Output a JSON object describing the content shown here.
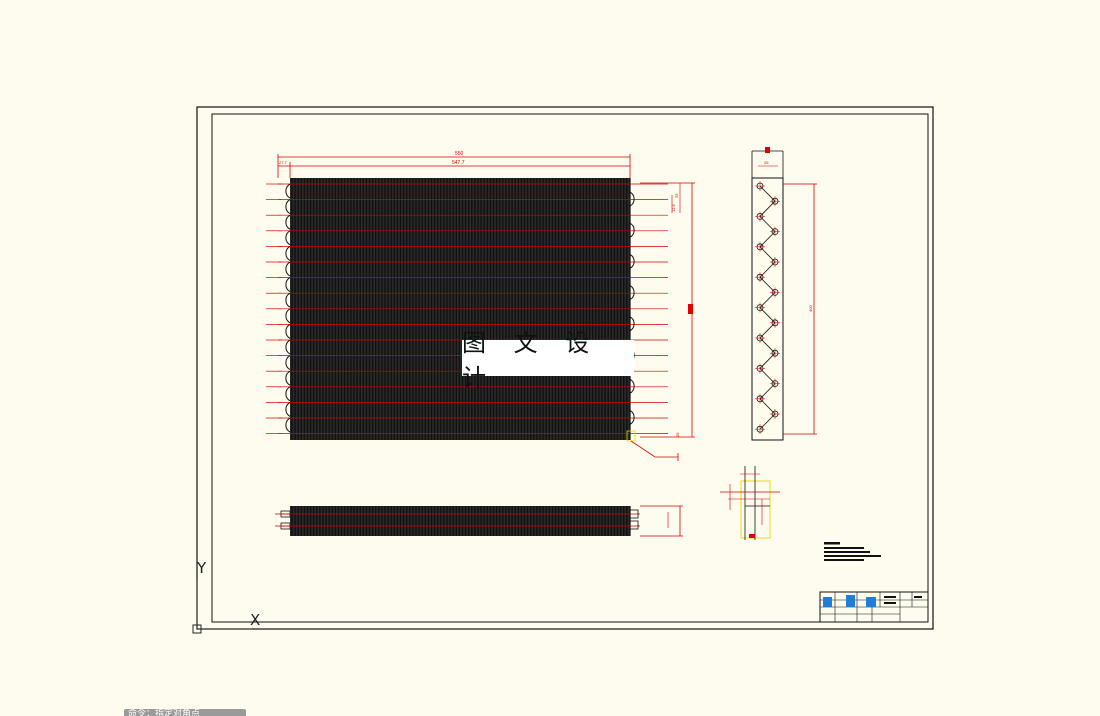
{
  "watermark": {
    "text": "图 文 设 计"
  },
  "ucs": {
    "y_label": "Y",
    "x_label": "X"
  },
  "command_line": {
    "text": "命令：指定对角点"
  },
  "drawing": {
    "overall_width_dim": "550",
    "inner_width_dim": "547.7",
    "left_small_dim": "27.7",
    "height_dim": "400",
    "side_width_dim": "25",
    "pitch_dim_1": "25",
    "pitch_dim_2": "12.5",
    "bottom_dim": "25"
  },
  "colors": {
    "background": "#fefcee",
    "line": "#111111",
    "dimension": "#d40000",
    "highlight": "#e8d800",
    "selection": "#1f7fd8"
  }
}
